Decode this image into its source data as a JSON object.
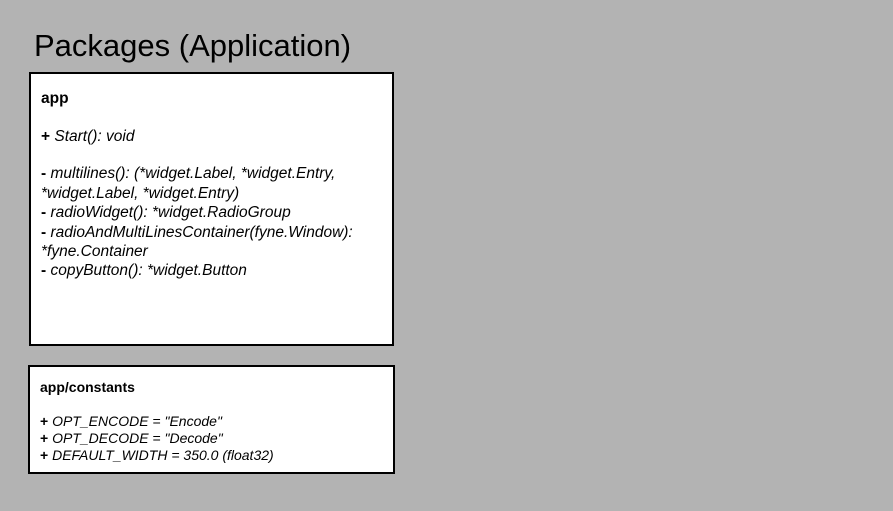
{
  "title": "Packages (Application)",
  "packages": [
    {
      "name": "app",
      "public_members": [
        {
          "vis": "+",
          "sig": " Start(): void"
        }
      ],
      "private_members": [
        {
          "vis": "-",
          "sig": " multilines(): (*widget.Label, *widget.Entry,"
        },
        {
          "vis": "",
          "sig": "*widget.Label, *widget.Entry)"
        },
        {
          "vis": "-",
          "sig": " radioWidget(): *widget.RadioGroup"
        },
        {
          "vis": "-",
          "sig": " radioAndMultiLinesContainer(fyne.Window):"
        },
        {
          "vis": "",
          "sig": "*fyne.Container"
        },
        {
          "vis": "-",
          "sig": " copyButton(): *widget.Button"
        }
      ]
    },
    {
      "name": "app/constants",
      "members": [
        {
          "vis": "+",
          "sig": " OPT_ENCODE = \"Encode\""
        },
        {
          "vis": "+",
          "sig": " OPT_DECODE = \"Decode\""
        },
        {
          "vis": "+",
          "sig": " DEFAULT_WIDTH = 350.0 (float32)"
        }
      ]
    }
  ]
}
